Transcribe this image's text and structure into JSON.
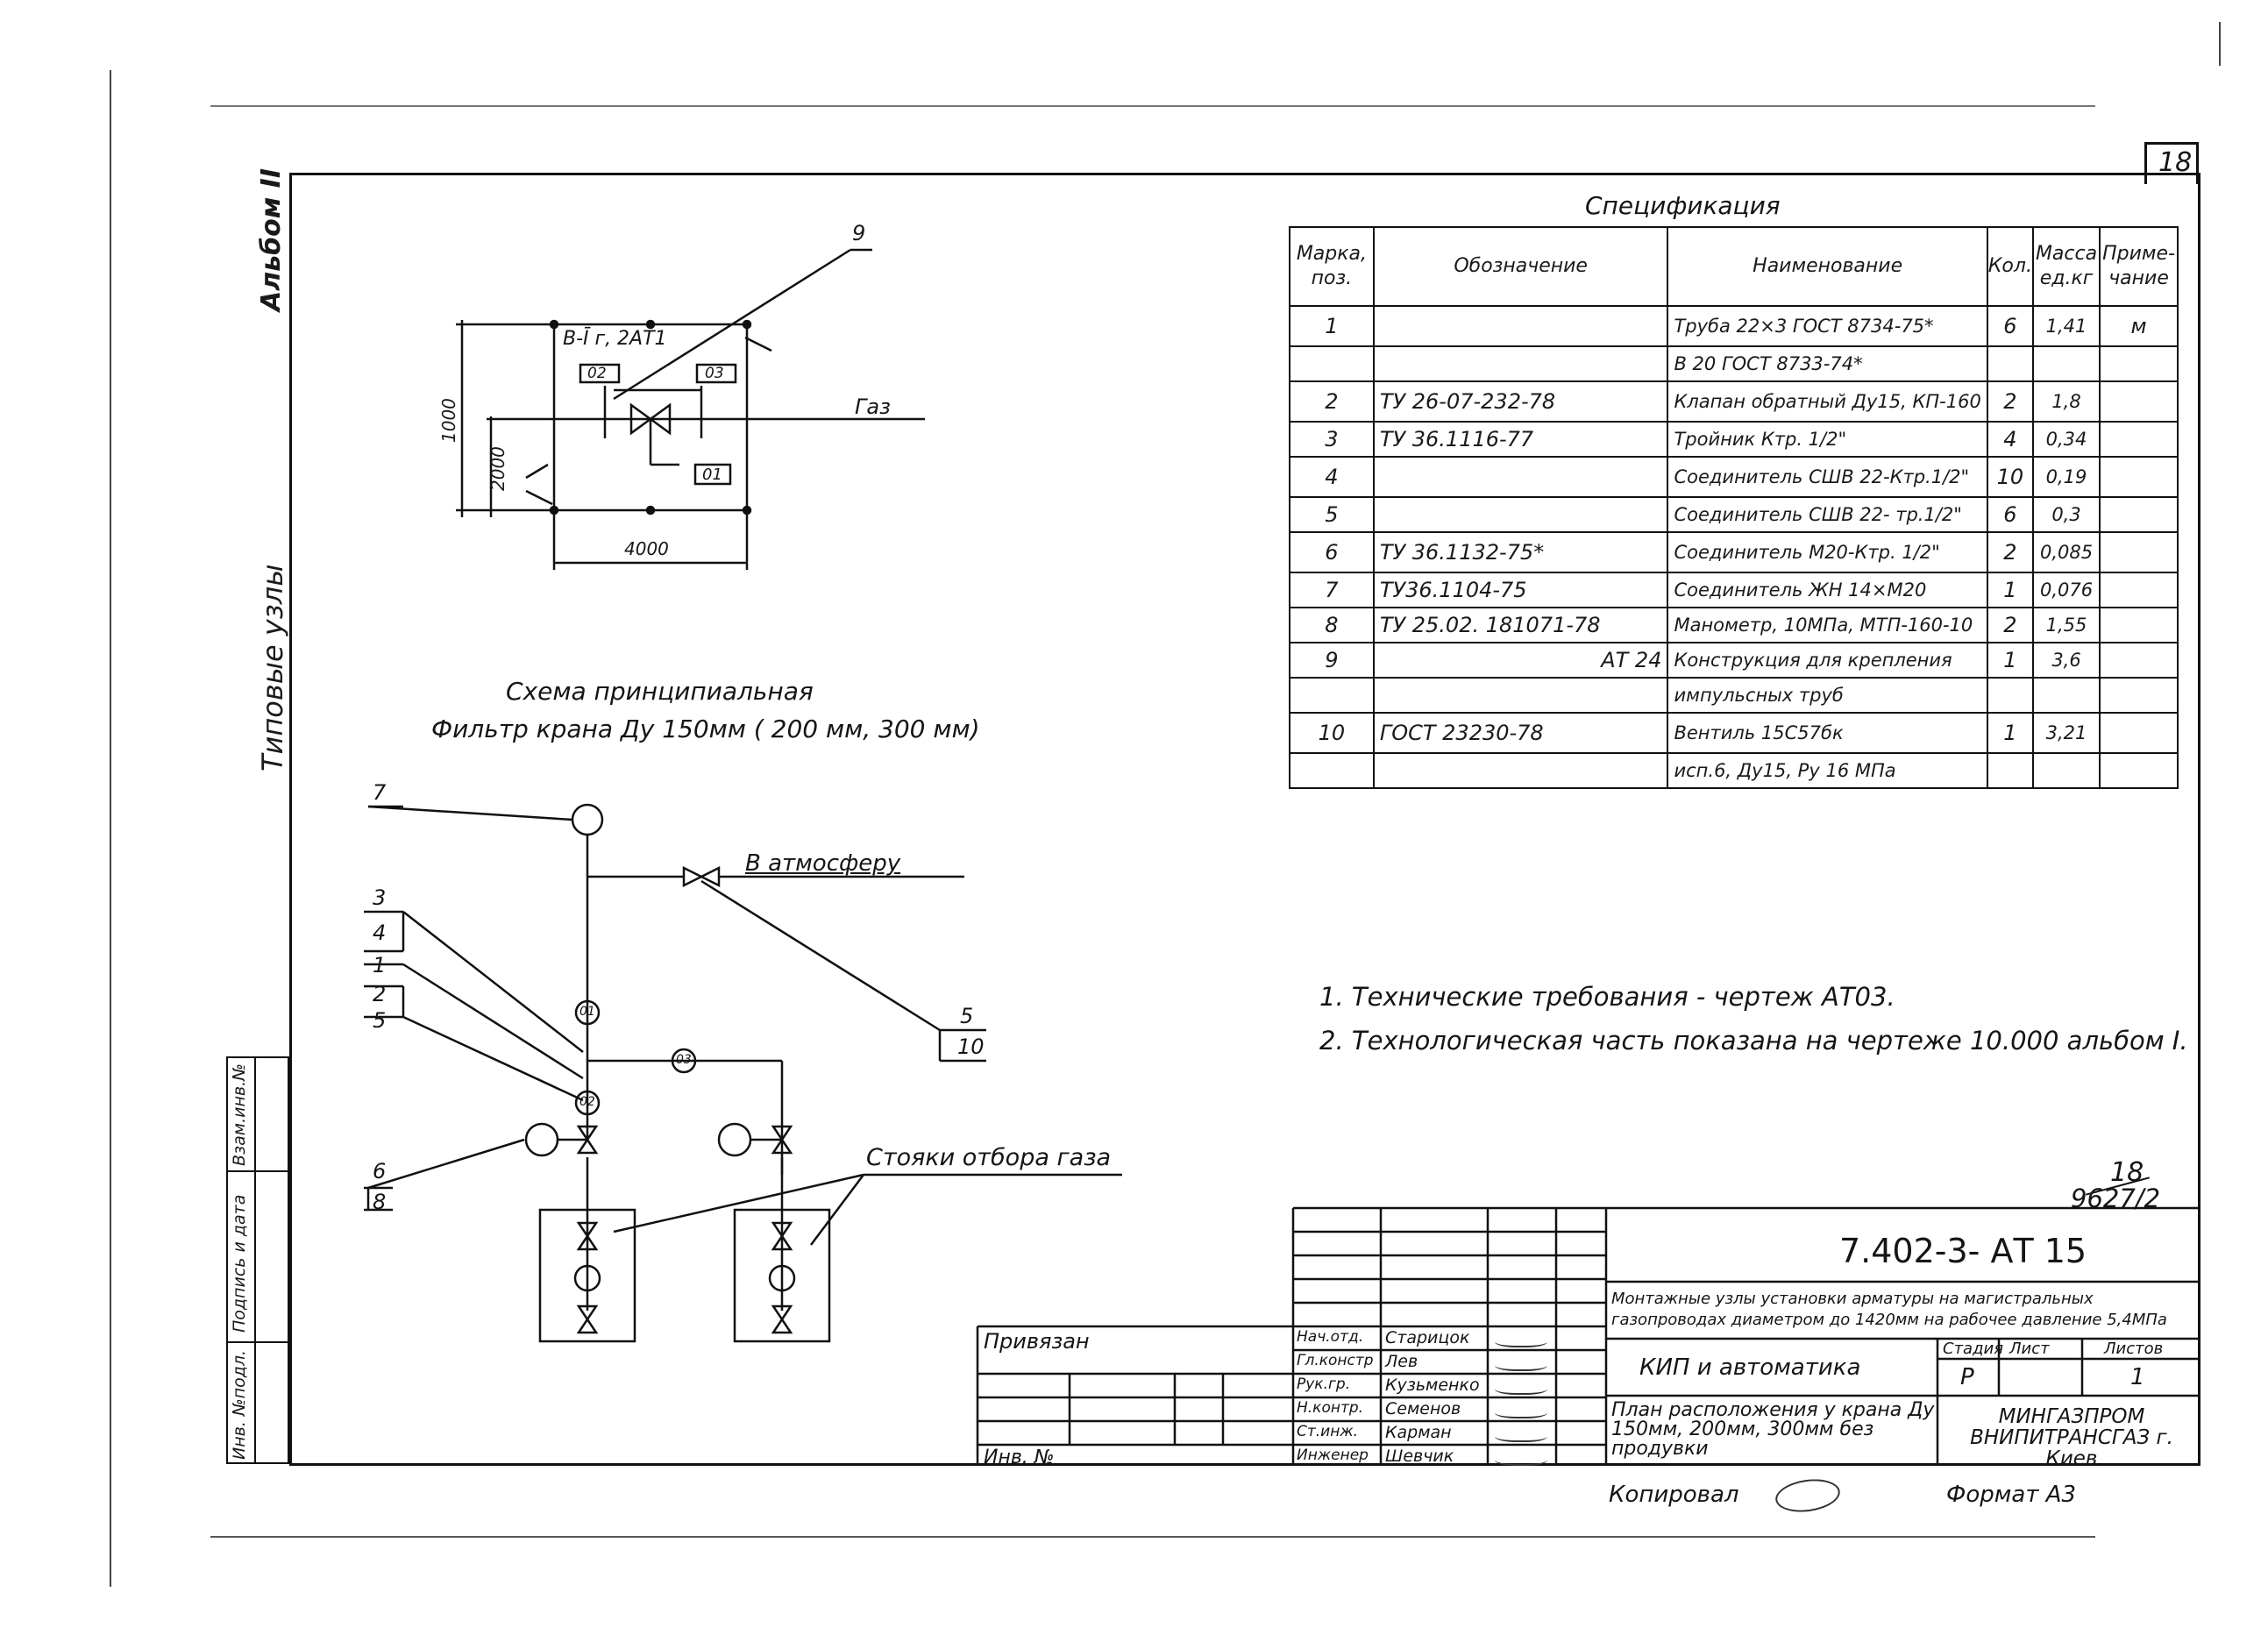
{
  "sheet_number": "18",
  "album_label": "Альбом II",
  "side_label": "Типовые узлы",
  "side_stamp": [
    "Инв. №подл.",
    "Подпись и дата",
    "Взам.инв.№"
  ],
  "scheme1": {
    "label_bi": "В-Ī г, 2АТ1",
    "tag_02": "02",
    "tag_03": "03",
    "tag_01": "01",
    "gas": "Газ",
    "dim_1000": "1000",
    "dim_2000": "2000",
    "dim_4000": "4000",
    "pos_9": "9"
  },
  "caption": {
    "line1": "Схема принципиальная",
    "line2": "Фильтр крана Ду 150мм ( 200 мм, 300 мм)"
  },
  "scheme2": {
    "to_atmosphere": "В атмосферу",
    "gas_risers": "Стояки отбора газа",
    "tag_01": "01",
    "tag_02": "02",
    "tag_03": "03",
    "leaders": [
      "7",
      "3",
      "4",
      "1",
      "2",
      "5",
      "6",
      "8",
      "5",
      "10"
    ]
  },
  "spec": {
    "title": "Спецификация",
    "headers": [
      "Марка, поз.",
      "Обозначение",
      "Наименование",
      "Кол.",
      "Масса ед.кг",
      "Приме- чание"
    ],
    "rows": [
      [
        "1",
        "",
        "Труба 22×3 ГОСТ 8734-75*",
        "6",
        "1,41",
        "м"
      ],
      [
        "",
        "",
        "В 20 ГОСТ 8733-74*",
        "",
        "",
        ""
      ],
      [
        "2",
        "ТУ 26-07-232-78",
        "Клапан обратный Ду15, КП-160",
        "2",
        "1,8",
        ""
      ],
      [
        "3",
        "ТУ 36.1116-77",
        "Тройник Ктр. 1/2\"",
        "4",
        "0,34",
        ""
      ],
      [
        "4",
        "",
        "Соединитель СШВ 22-Ктр.1/2\"",
        "10",
        "0,19",
        ""
      ],
      [
        "5",
        "",
        "Соединитель СШВ 22- тр.1/2\"",
        "6",
        "0,3",
        ""
      ],
      [
        "6",
        "ТУ 36.1132-75*",
        "Соединитель М20-Ктр. 1/2\"",
        "2",
        "0,085",
        ""
      ],
      [
        "7",
        "ТУ36.1104-75",
        "Соединитель ЖН 14×М20",
        "1",
        "0,076",
        ""
      ],
      [
        "8",
        "ТУ 25.02. 181071-78",
        "Манометр, 10МПа, МТП-160-10",
        "2",
        "1,55",
        ""
      ],
      [
        "9",
        "АТ 24",
        "Конструкция для крепления",
        "1",
        "3,6",
        ""
      ],
      [
        "",
        "",
        "импульсных труб",
        "",
        "",
        ""
      ],
      [
        "10",
        "ГОСТ 23230-78",
        "Вентиль 15С57бк",
        "1",
        "3,21",
        ""
      ],
      [
        "",
        "",
        "исп.6, Ду15, Ру 16 МПа",
        "",
        "",
        ""
      ]
    ]
  },
  "notes": [
    "1. Технические требования - чертеж АТ03.",
    "2. Технологическая часть показана на чертеже 10.000 альбом I."
  ],
  "frac_top": "18",
  "frac_bottom": "9627/2",
  "title_block": {
    "code": "7.402-3- АТ 15",
    "description": "Монтажные узлы установки арматуры на магистральных газопроводах диаметром до 1420мм на рабочее давление 5,4МПа",
    "section": "КИП и автоматика",
    "plan": "План расположения у крана Ду 150мм, 200мм, 300мм без продувки",
    "stage_h": "Стадия",
    "sheet_h": "Лист",
    "sheets_h": "Листов",
    "stage": "Р",
    "sheet": "1",
    "sheets": "",
    "org": "МИНГАЗПРОМ ВНИПИТРАНСГАЗ г. Киев",
    "privyazan": "Привязан",
    "inv": "Инв. №",
    "roles": [
      "Нач.отд.",
      "Гл.констр",
      "Рук.гр.",
      "Н.контр.",
      "Ст.инж.",
      "Инженер"
    ],
    "names": [
      "Старицок",
      "Лев",
      "Кузьменко",
      "Семенов",
      "Карман",
      "Шевчик"
    ]
  },
  "bottom": {
    "copied": "Копировал",
    "format": "Формат А3"
  }
}
